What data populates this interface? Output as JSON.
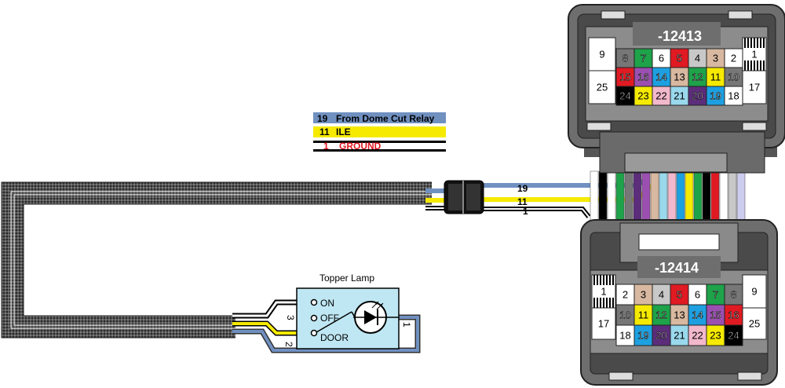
{
  "colors": {
    "blue": "#7090c0",
    "yellow": "#f5ea00",
    "black": "#000000",
    "white": "#ffffff",
    "red": "#e01a22",
    "housing": "#6e6e6e",
    "housing_dark": "#3a3a3a",
    "loom": "#4a4a4a",
    "switch_fill": "#bfe7f3"
  },
  "legend": [
    {
      "num": "19",
      "label": "From Dome Cut Relay",
      "style": "blue"
    },
    {
      "num": "11",
      "label": "ILE",
      "style": "yellow"
    },
    {
      "num": "1",
      "label": "GROUND",
      "style": "ground"
    }
  ],
  "wire_labels": {
    "w19": "19",
    "w11": "11",
    "w1": "1"
  },
  "lamp": {
    "title": "Topper Lamp",
    "on": "ON",
    "off": "OFF",
    "door": "DOOR",
    "term1": "1",
    "term2": "2",
    "term3": "3",
    "icon": "led-lamp-icon"
  },
  "connector_top": {
    "title": "-12413",
    "pins": [
      {
        "n": "9",
        "c": "#ffffff"
      },
      {
        "n": "8",
        "c": "#777777"
      },
      {
        "n": "7",
        "c": "#1ea24a"
      },
      {
        "n": "6",
        "c": "#ffffff"
      },
      {
        "n": "5",
        "c": "#e01a22"
      },
      {
        "n": "4",
        "c": "#c8c8c8"
      },
      {
        "n": "3",
        "c": "#d8b8a0"
      },
      {
        "n": "2",
        "c": "#ffffff"
      },
      {
        "n": "1",
        "c": "#ffffff"
      },
      {
        "n": "25",
        "c": "#ffffff"
      },
      {
        "n": "15",
        "c": "#e01a22"
      },
      {
        "n": "16",
        "c": "#9b4fb0"
      },
      {
        "n": "14",
        "c": "#1ea0e0"
      },
      {
        "n": "13",
        "c": "#d8b8a0"
      },
      {
        "n": "12",
        "c": "#1ea24a"
      },
      {
        "n": "11",
        "c": "#f5ea00"
      },
      {
        "n": "10",
        "c": "#777777"
      },
      {
        "n": "17",
        "c": "#ffffff"
      },
      {
        "n": "24",
        "c": "#000000"
      },
      {
        "n": "23",
        "c": "#f5ea00"
      },
      {
        "n": "22",
        "c": "#f2b8cc"
      },
      {
        "n": "21",
        "c": "#9ad8ec"
      },
      {
        "n": "20",
        "c": "#5b2d7a"
      },
      {
        "n": "19",
        "c": "#1ea0e0"
      },
      {
        "n": "18",
        "c": "#ffffff"
      }
    ]
  },
  "connector_bottom": {
    "title": "-12414",
    "pins": [
      {
        "n": "1",
        "c": "#ffffff"
      },
      {
        "n": "2",
        "c": "#ffffff"
      },
      {
        "n": "3",
        "c": "#d8b8a0"
      },
      {
        "n": "4",
        "c": "#c8c8c8"
      },
      {
        "n": "5",
        "c": "#e01a22"
      },
      {
        "n": "6",
        "c": "#ffffff"
      },
      {
        "n": "7",
        "c": "#1ea24a"
      },
      {
        "n": "8",
        "c": "#777777"
      },
      {
        "n": "9",
        "c": "#ffffff"
      },
      {
        "n": "17",
        "c": "#ffffff"
      },
      {
        "n": "10",
        "c": "#777777"
      },
      {
        "n": "11",
        "c": "#f5ea00"
      },
      {
        "n": "12",
        "c": "#1ea24a"
      },
      {
        "n": "13",
        "c": "#d8b8a0"
      },
      {
        "n": "14",
        "c": "#1ea0e0"
      },
      {
        "n": "15",
        "c": "#9b4fb0"
      },
      {
        "n": "16",
        "c": "#e01a22"
      },
      {
        "n": "25",
        "c": "#ffffff"
      },
      {
        "n": "18",
        "c": "#ffffff"
      },
      {
        "n": "19",
        "c": "#1ea0e0"
      },
      {
        "n": "20",
        "c": "#5b2d7a"
      },
      {
        "n": "21",
        "c": "#9ad8ec"
      },
      {
        "n": "22",
        "c": "#f2b8cc"
      },
      {
        "n": "23",
        "c": "#f5ea00"
      },
      {
        "n": "24",
        "c": "#000000"
      }
    ]
  },
  "harness_colors": [
    "#ffffff",
    "#000000",
    "#ffffff",
    "#1ea24a",
    "#777777",
    "#5b2d7a",
    "#9b4fb0",
    "#d8b8a0",
    "#9ad8ec",
    "#f2b8cc",
    "#1ea0e0",
    "#f5ea00",
    "#1ea24a",
    "#000000",
    "#e01a22",
    "#ffffff",
    "#c8c8c8",
    "#ccccee"
  ]
}
